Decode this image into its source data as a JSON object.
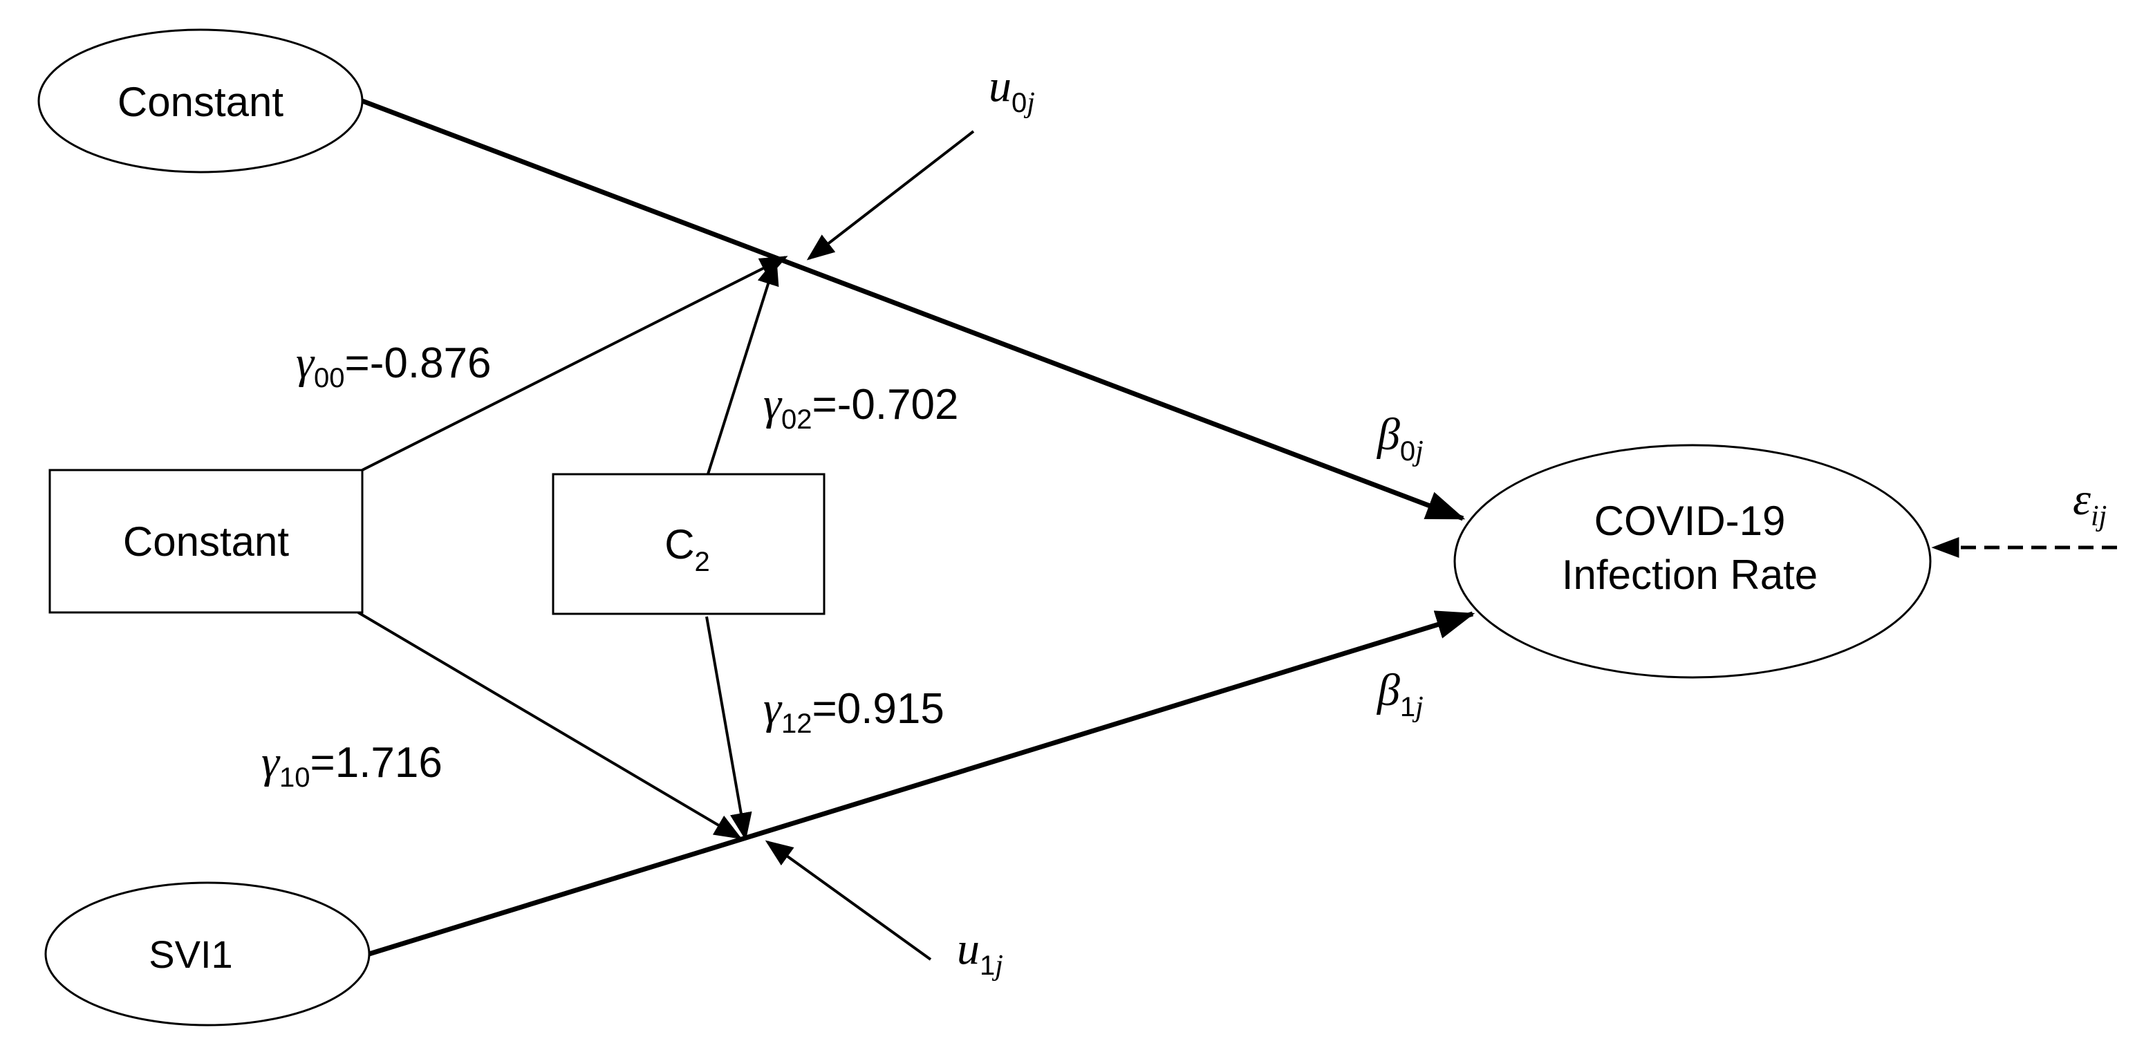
{
  "nodes": {
    "constant_top": "Constant",
    "constant_box": "Constant",
    "c2": {
      "base": "C",
      "sub": "2"
    },
    "svi1": "SVI1",
    "outcome": {
      "line1": "COVID-19",
      "line2": "Infection Rate"
    }
  },
  "symbols": {
    "u0j": {
      "base": "u",
      "sub": "0",
      "subi": "j"
    },
    "u1j": {
      "base": "u",
      "sub": "1",
      "subi": "j"
    },
    "beta0j": {
      "base": "β",
      "sub": "0",
      "subi": "j"
    },
    "beta1j": {
      "base": "β",
      "sub": "1",
      "subi": "j"
    },
    "epsij": {
      "base": "ε",
      "subi": "ij"
    }
  },
  "coefficients": {
    "g00": {
      "base": "γ",
      "sub": "00",
      "value": "=-0.876"
    },
    "g02": {
      "base": "γ",
      "sub": "02",
      "value": "=-0.702"
    },
    "g10": {
      "base": "γ",
      "sub": "10",
      "value": "=1.716"
    },
    "g12": {
      "base": "γ",
      "sub": "12",
      "value": "=0.915"
    }
  },
  "colors": {
    "stroke": "#000000",
    "background": "#ffffff"
  }
}
